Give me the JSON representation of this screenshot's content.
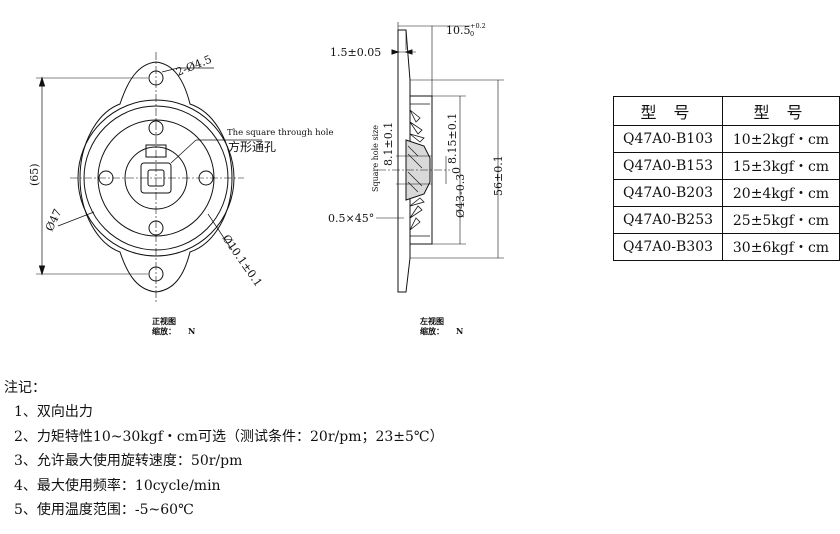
{
  "front_view": {
    "dim_holes": "2-Ø4.5",
    "dim_height": "(65)",
    "dim_diameter": "Ø47",
    "dim_ring": "Ø10.1±0.1",
    "label_square_en": "The square through hole",
    "label_square_cn": "方形通孔",
    "caption_view": "正视图",
    "caption_scale": "缩放：",
    "caption_scale_value": "N"
  },
  "side_view": {
    "dim_thickness": "1.5±0.05",
    "dim_width": "10.5",
    "dim_width_tol_upper": "+0.2",
    "dim_width_tol_lower": "0",
    "dim_square": "8.1±0.1",
    "dim_square_label": "Square hole size",
    "dim_inner": "8.15±0.1",
    "dim_zero": "0",
    "dim_body": "Ø43-0.3",
    "dim_overall": "56±0.1",
    "dim_chamfer": "0.5×45°",
    "caption_view": "左视图",
    "caption_scale": "缩放：",
    "caption_scale_value": "N"
  },
  "spec_table": {
    "headers": [
      "型 号",
      "型 号"
    ],
    "rows": [
      {
        "model": "Q47A0-B103",
        "torque": "10±2kgf・cm"
      },
      {
        "model": "Q47A0-B153",
        "torque": "15±3kgf・cm"
      },
      {
        "model": "Q47A0-B203",
        "torque": "20±4kgf・cm"
      },
      {
        "model": "Q47A0-B253",
        "torque": "25±5kgf・cm"
      },
      {
        "model": "Q47A0-B303",
        "torque": "30±6kgf・cm"
      }
    ]
  },
  "notes": {
    "title": "注记：",
    "items": [
      "1、双向出力",
      "2、力矩特性10~30kgf・cm可选（测试条件：20r/pm；23±5℃）",
      "3、允许最大使用旋转速度：50r/pm",
      "4、最大使用频率：10cycle/min",
      "5、使用温度范围：-5~60℃"
    ]
  }
}
